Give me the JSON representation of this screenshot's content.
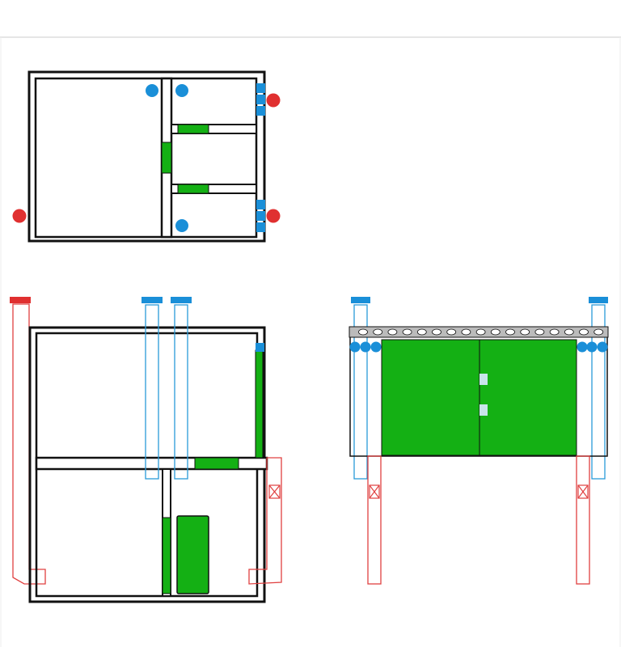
{
  "diagram": {
    "name": "duct-layout-drawing",
    "views": [
      "top-plan",
      "side-section",
      "front-elevation"
    ]
  },
  "colors": {
    "background": "#ffffff",
    "frame_line": "#dddddd",
    "outline": "#111111",
    "green_panel": "#14b014",
    "blue_connector": "#1a8fd8",
    "red_connector": "#e03030",
    "blue_pipe": "#2a9ad8",
    "red_pipe": "#e04040",
    "light_square": "#c8e4ea",
    "grille": "#bbbbbb"
  },
  "icons": {
    "blue_port": "blue-dot",
    "red_port": "red-dot",
    "damper": "cross-x"
  }
}
